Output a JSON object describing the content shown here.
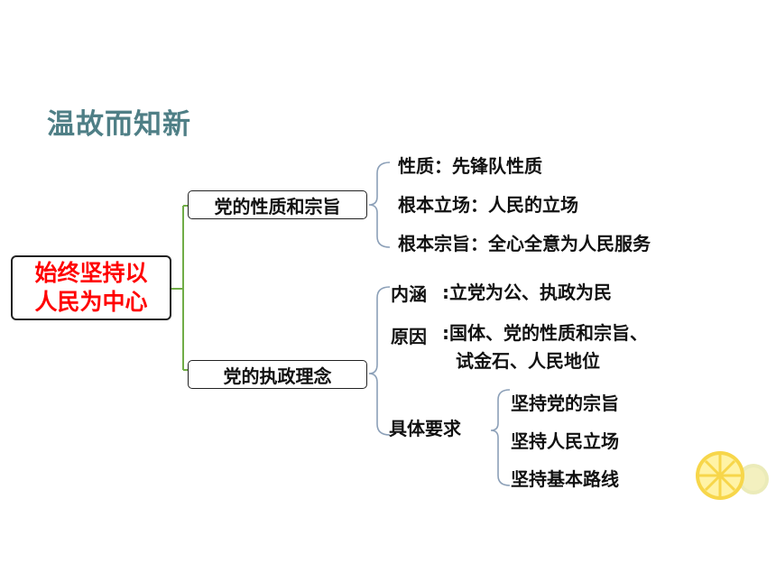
{
  "title": "温故而知新",
  "root": {
    "line1": "始终坚持以",
    "line2": "人民为中心"
  },
  "branch1": {
    "label": "党的性质和宗旨",
    "items": [
      "性质：先锋队性质",
      "根本立场：人民的立场",
      "根本宗旨：全心全意为人民服务"
    ]
  },
  "branch2": {
    "label": "党的执政理念",
    "neihan": {
      "key": "内涵",
      "value": ":立党为公、执政为民"
    },
    "yuanyin": {
      "key": "原因",
      "value_line1": ":国体、党的性质和宗旨、",
      "value_line2": "试金石、人民地位"
    },
    "yaoqiu": {
      "key": "具体要求",
      "items": [
        "坚持党的宗旨",
        "坚持人民立场",
        "坚持基本路线"
      ]
    }
  },
  "colors": {
    "title": "#4f7f86",
    "root_text": "#ff0000",
    "connector": "#70ad47",
    "brace": "#8ca0b8"
  },
  "decor": {
    "icon": "lemon-slice-icon"
  }
}
